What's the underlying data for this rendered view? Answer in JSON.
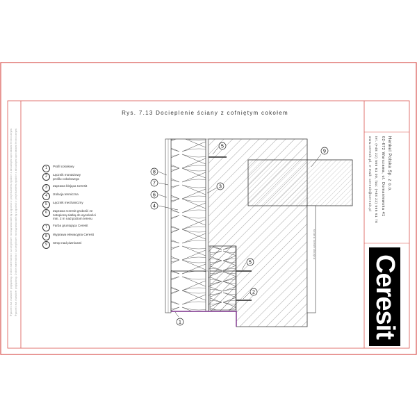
{
  "title": "Rys. 7.13 Docieplenie ściany z cofniętym cokołem",
  "legend": [
    {
      "num": "1",
      "text": "Profil cokołowy"
    },
    {
      "num": "2",
      "text": "Łącznik montażowy\nprofilu cokołowego"
    },
    {
      "num": "3",
      "text": "Zaprawa klejąca Ceresit"
    },
    {
      "num": "4",
      "text": "Izolacja termiczna"
    },
    {
      "num": "5",
      "text": "Łącznik mechaniczny"
    },
    {
      "num": "6",
      "text": "Zaprawa Ceresit grubość ze\nzatopioną siatką do wysokości\nmin. 2 m nad poziom terenu"
    },
    {
      "num": "7",
      "text": "Farba gruntująca Ceresit"
    },
    {
      "num": "8",
      "text": "Wyprawa elewacyjna Ceresit"
    },
    {
      "num": "9",
      "text": "Strop nad piwnicami"
    }
  ],
  "callouts": [
    "5",
    "8",
    "7",
    "3",
    "6",
    "4",
    "9",
    "5",
    "2",
    "1"
  ],
  "side_text": {
    "company": "Henkel Polska Sp. z o.o.",
    "address": "02-672 Warszawa, ul. Domaniewska 41",
    "phone": "tel. (+48 22) 565 61 00, fax: (+48 22) 565 61 70",
    "web": "www.ceresit.pl, e-mail: ceresit@ceresit.pl"
  },
  "wall_label": "ściana konstrukcyjna",
  "left_note": "Rysunek ma charakter poglądowy. Dobór materiałów i szczegółowe rozwiązania należy uzgodnić z projektantem zgodnie z aktualnymi aprobatami technicznymi.",
  "logo": "Ceresit",
  "colors": {
    "frame": "#d9534f",
    "logo_bg": "#000000",
    "base_profile": "#7a2e8a",
    "hatch": "#555555"
  }
}
